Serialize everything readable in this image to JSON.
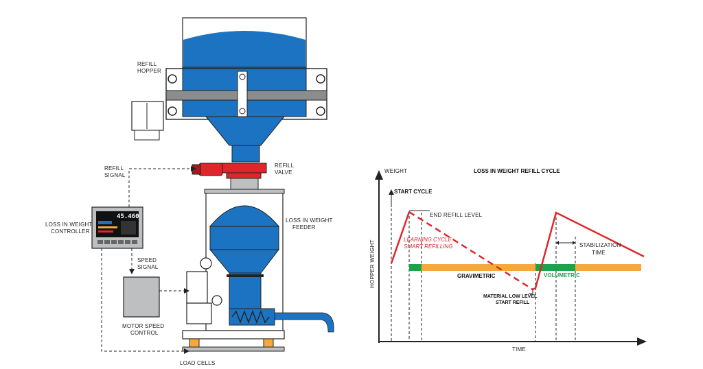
{
  "machine": {
    "refill_hopper": [
      "REFILL",
      "HOPPER"
    ],
    "refill_signal": [
      "REFILL",
      "SIGNAL"
    ],
    "refill_valve": [
      "REFILL",
      "VALVE"
    ],
    "controller": [
      "LOSS IN WEIGHT",
      "CONTROLLER"
    ],
    "feeder": [
      "LOSS IN WEIGHT",
      "FEEDER"
    ],
    "speed_signal": [
      "SPEED",
      "SIGNAL"
    ],
    "motor_speed_control": [
      "MOTOR SPEED",
      "CONTROL"
    ],
    "load_cells": "LOAD CELLS",
    "display_value": "45.460"
  },
  "chart": {
    "title": "LOSS IN WEIGHT REFILL CYCLE",
    "y_label_top": "WEIGHT",
    "y_axis_label": "HOPPER WEIGHT",
    "x_axis_label": "TIME",
    "start_cycle": "START CYCLE",
    "end_refill_level": "END REFILL LEVEL",
    "learning_cycle": [
      "LEARNING CYCLE",
      "SMART REFILLING"
    ],
    "stabilization": [
      "STABILIZATION",
      "TIME"
    ],
    "gravimetric": "GRAVIMETRIC",
    "volumetric": "VOLUMETRIC",
    "material_low": [
      "MATERIAL LOW LEVEL",
      "START REFILL"
    ]
  },
  "colors": {
    "blue": "#1c73c2",
    "red": "#e0262b",
    "orange": "#f6a93a",
    "green": "#1aa34a",
    "gray": "#bdbfc1"
  }
}
